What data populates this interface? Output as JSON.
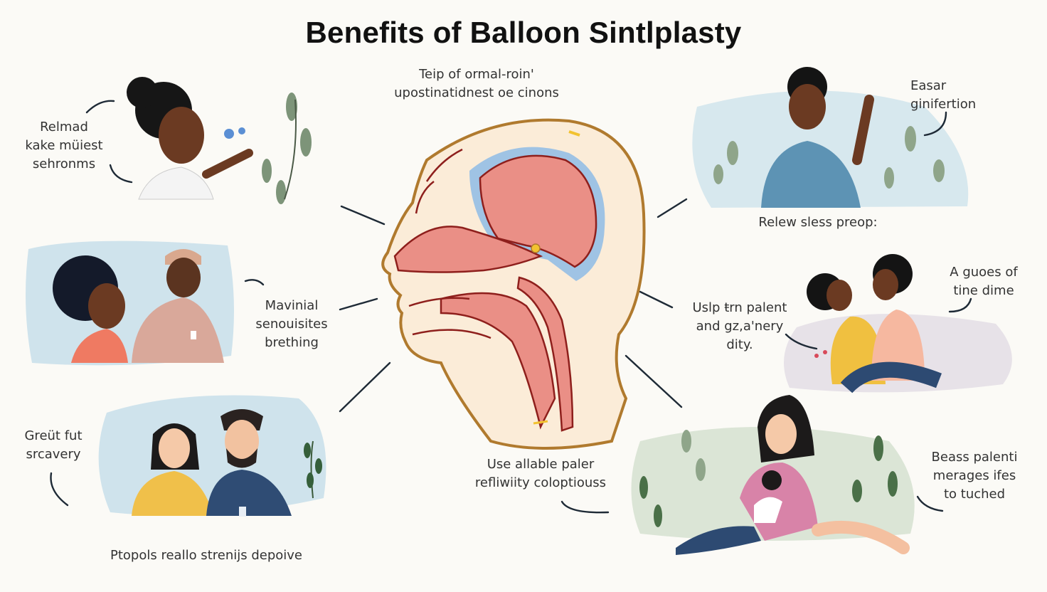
{
  "title": "Benefits of Balloon Sintlplasty",
  "colors": {
    "background": "#fbfaf6",
    "head_outline": "#b07a2e",
    "head_fill": "#fbecd8",
    "tissue_fill": "#e98a80",
    "tissue_outline": "#8e1f1c",
    "brain_liner": "#9fc3e4",
    "connector": "#1e2a36",
    "vignette_blue": "#cfe3ec",
    "vignette_green": "#dbe5d6",
    "vignette_lavender": "#e7e2e8"
  },
  "center": {
    "caption_line1": "Teip of ormal-roin'",
    "caption_line2": "upostinatidnest oe cinons",
    "illustration": "head-sagittal-cross-section"
  },
  "benefits": [
    {
      "id": "top-left",
      "lines": [
        "Relmad",
        "kake müiest",
        "sehronms"
      ],
      "illustration": "woman-smelling-flowers"
    },
    {
      "id": "mid-left",
      "lines": [
        "Mavinial",
        "senouisites",
        "brething"
      ],
      "illustration": "couple-laughing"
    },
    {
      "id": "bottom-left",
      "lines": [
        "Greüt fut",
        "srcavery"
      ],
      "illustration": "couple-with-badge"
    },
    {
      "id": "bottom-left-caption",
      "lines": [
        "Ptopols reallo strenijs depoive"
      ]
    },
    {
      "id": "bottom-center",
      "lines": [
        "Use allable paler",
        "refliwiity coloptiouss"
      ]
    },
    {
      "id": "top-right",
      "lines": [
        "Easar",
        "ginifertion"
      ],
      "illustration": "man-waving"
    },
    {
      "id": "top-right-caption",
      "lines": [
        "Relew sless preop:"
      ]
    },
    {
      "id": "mid-right",
      "lines": [
        "Uslp ŧrn palent",
        "and gz,a'nery",
        "dity."
      ]
    },
    {
      "id": "mid-right-2",
      "lines": [
        "A guoes of",
        "tine dime"
      ],
      "illustration": "two-people-hugging"
    },
    {
      "id": "bottom-right",
      "lines": [
        "Beass palenti",
        "merages ifes",
        "to tuched"
      ],
      "illustration": "mother-and-child-sitting"
    }
  ]
}
